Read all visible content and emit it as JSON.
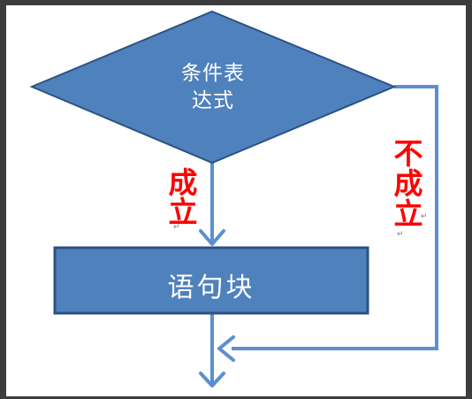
{
  "diagram": {
    "condition": {
      "line1": "条件表",
      "line2": "达式"
    },
    "statement_block": "语句块",
    "true_branch": {
      "line1": "成",
      "line2": "立"
    },
    "false_branch": {
      "line1": "不",
      "line2": "成",
      "line3": "立"
    }
  },
  "colors": {
    "shape_fill": "#4f81bd",
    "shape_border": "#2c5282",
    "arrow": "#5b8fd0",
    "label_red": "#ff0000",
    "frame": "#3c3c3c"
  }
}
